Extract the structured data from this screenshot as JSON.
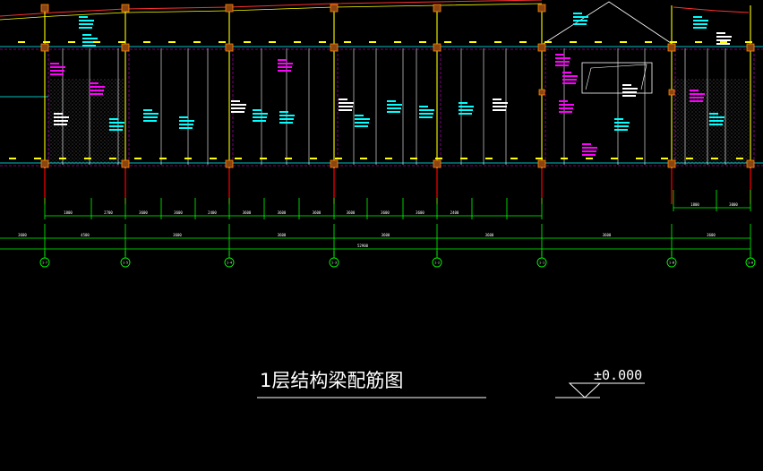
{
  "drawing": {
    "title": "1层结构梁配筋图",
    "level": "±0.000"
  },
  "axes": [
    {
      "label": "1-7"
    },
    {
      "label": "1-5"
    },
    {
      "label": "1-4"
    },
    {
      "label": "1-3"
    },
    {
      "label": "1-2"
    },
    {
      "label": "1-1"
    },
    {
      "label": "1-B"
    },
    {
      "label": "1-A"
    }
  ],
  "dims": {
    "row1": [
      "1800",
      "2700",
      "3600",
      "3600",
      "2400",
      "3600",
      "3600",
      "3600",
      "3600",
      "3600",
      "3600",
      "2400"
    ],
    "row1_right": [
      "1800",
      "3000"
    ],
    "row2": [
      "3600",
      "4500",
      "3600",
      "3600",
      "3600",
      "3600",
      "3600",
      "3600"
    ],
    "overall": "52900"
  },
  "colors": {
    "background": "#000000",
    "grid_axis": "#00ff00",
    "beam_line": "#ffff00",
    "column": "#ff00ff",
    "annotation_cyan": "#00ffff",
    "annotation_magenta": "#ff00ff",
    "wall_red": "#ff0000",
    "text_white": "#ffffff"
  }
}
